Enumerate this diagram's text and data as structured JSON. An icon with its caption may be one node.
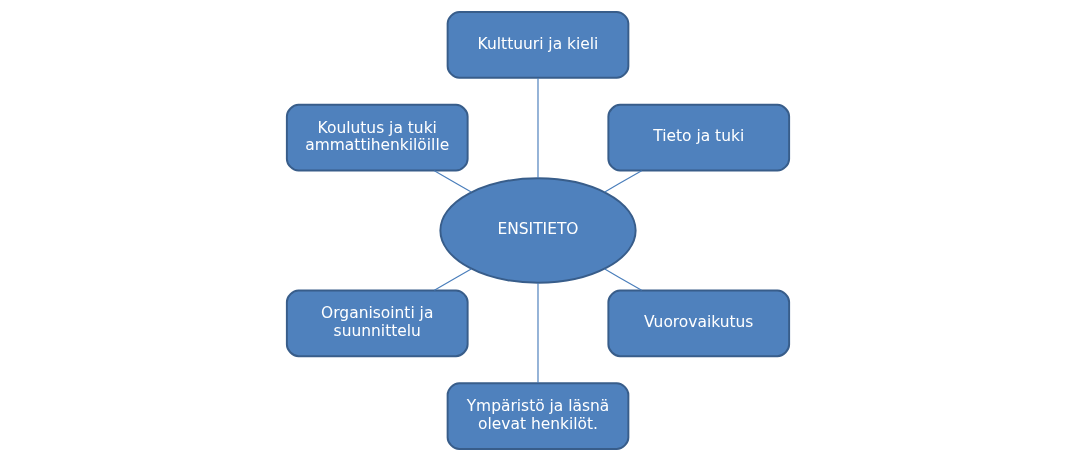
{
  "diagram": {
    "nodes": [
      {
        "text": [
          "ENSITIETO"
        ]
      },
      {
        "text": [
          "Tieto ja tuki"
        ]
      },
      {
        "text": [
          "Kulttuuri ja kieli"
        ]
      },
      {
        "text": [
          "Koulutus ja tuki ammattihenkilöille"
        ]
      },
      {
        "text": [
          "Organisointi ja suunnittelu"
        ]
      },
      {
        "text": [
          "Ympäristö ja läsnä olevat henkilöt."
        ]
      },
      {
        "text": [
          "Vuorovaikutus"
        ]
      }
    ],
    "edges": [
      {
        "from": 0,
        "to": 1,
        "arrow": "none"
      },
      {
        "from": 0,
        "to": 2,
        "arrow": "none"
      },
      {
        "from": 0,
        "to": 3,
        "arrow": "none"
      },
      {
        "from": 0,
        "to": 4,
        "arrow": "none"
      },
      {
        "from": 0,
        "to": 5,
        "arrow": "none"
      },
      {
        "from": 0,
        "to": 6,
        "arrow": "none"
      }
    ]
  }
}
